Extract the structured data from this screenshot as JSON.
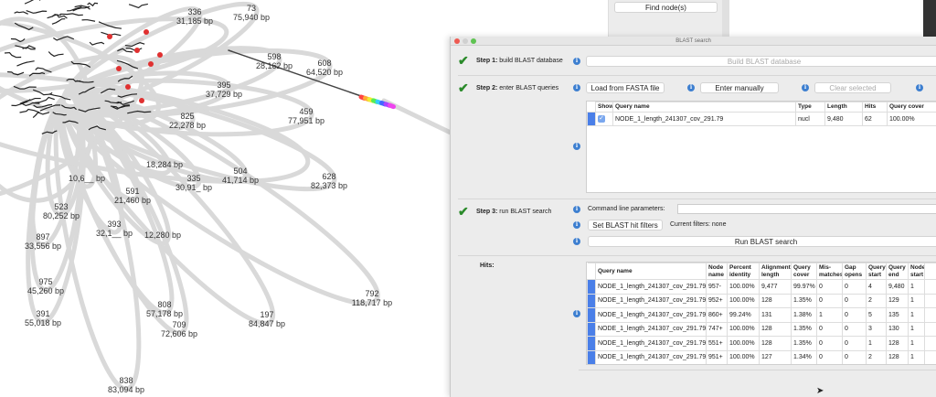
{
  "graph": {
    "nodes": [
      {
        "name": "73",
        "length": "75,940 bp"
      },
      {
        "name": "336",
        "length": "31,185 bp"
      },
      {
        "name": "598",
        "length": "28,162 bp"
      },
      {
        "name": "608",
        "length": "64,520 bp"
      },
      {
        "name": "395",
        "length": "37,729 bp"
      },
      {
        "name": "459",
        "length": "77,951 bp"
      },
      {
        "name": "825",
        "length": "22,278 bp"
      },
      {
        "name": "504",
        "length": "41,714 bp"
      },
      {
        "name": "628",
        "length": "82,373 bp"
      },
      {
        "name": "335",
        "length": "30,91_ bp"
      },
      {
        "name": "591",
        "length": "21,460 bp"
      },
      {
        "name": "523",
        "length": "80,252 bp"
      },
      {
        "name": "393",
        "length": "32,1__ bp"
      },
      {
        "name": "897",
        "length": "33,556 bp"
      },
      {
        "name": "975",
        "length": "45,260 bp"
      },
      {
        "name": "391",
        "length": "55,018 bp"
      },
      {
        "name": "808",
        "length": "57,178 bp"
      },
      {
        "name": "709",
        "length": "72,606 bp"
      },
      {
        "name": "197",
        "length": "84,847 bp"
      },
      {
        "name": "792",
        "length": "118,717 bp"
      },
      {
        "name": "838",
        "length": "83,094 bp"
      },
      {
        "name": "",
        "length": "18,284 bp"
      },
      {
        "name": "",
        "length": "12,280 bp"
      },
      {
        "name": "",
        "length": "10,6__ bp"
      }
    ],
    "edge_color": "#d9d9d9",
    "highlight_color": "#e03030"
  },
  "background": {
    "find_nodes_button": "Find node(s)"
  },
  "window": {
    "title": "BLAST search",
    "step1": {
      "bold": "Step 1:",
      "text": " build BLAST database",
      "button": "Build BLAST database"
    },
    "step2": {
      "bold": "Step 2:",
      "text": " enter BLAST queries",
      "load_button": "Load from FASTA file",
      "manual_button": "Enter manually",
      "clear_button": "Clear selected",
      "columns": [
        "Show",
        "Query name",
        "Type",
        "Length",
        "Hits",
        "Query cover"
      ],
      "rows": [
        {
          "show": true,
          "name": "NODE_1_length_241307_cov_291.79",
          "type": "nucl",
          "length": "9,480",
          "hits": "62",
          "cover": "100.00%"
        }
      ]
    },
    "step3": {
      "bold": "Step 3:",
      "text": " run BLAST search",
      "cmd_label": "Command line parameters:",
      "cmd_value": "",
      "filters_button": "Set BLAST hit filters",
      "filters_status": "Current filters: none",
      "run_button": "Run BLAST search"
    },
    "hits": {
      "label": "Hits:",
      "columns": [
        "Query name",
        "Node name",
        "Percent identity",
        "Alignment length",
        "Query cover",
        "Mis-matches",
        "Gap opens",
        "Query start",
        "Query end",
        "Node start"
      ],
      "rows": [
        [
          "NODE_1_length_241307_cov_291.79",
          "957-",
          "100.00%",
          "9,477",
          "99.97%",
          "0",
          "0",
          "4",
          "9,480",
          "1"
        ],
        [
          "NODE_1_length_241307_cov_291.79",
          "952+",
          "100.00%",
          "128",
          "1.35%",
          "0",
          "0",
          "2",
          "129",
          "1"
        ],
        [
          "NODE_1_length_241307_cov_291.79",
          "860+",
          "99.24%",
          "131",
          "1.38%",
          "1",
          "0",
          "5",
          "135",
          "1"
        ],
        [
          "NODE_1_length_241307_cov_291.79",
          "747+",
          "100.00%",
          "128",
          "1.35%",
          "0",
          "0",
          "3",
          "130",
          "1"
        ],
        [
          "NODE_1_length_241307_cov_291.79",
          "551+",
          "100.00%",
          "128",
          "1.35%",
          "0",
          "0",
          "1",
          "128",
          "1"
        ],
        [
          "NODE_1_length_241307_cov_291.79",
          "951+",
          "100.00%",
          "127",
          "1.34%",
          "0",
          "0",
          "2",
          "128",
          "1"
        ]
      ]
    }
  }
}
